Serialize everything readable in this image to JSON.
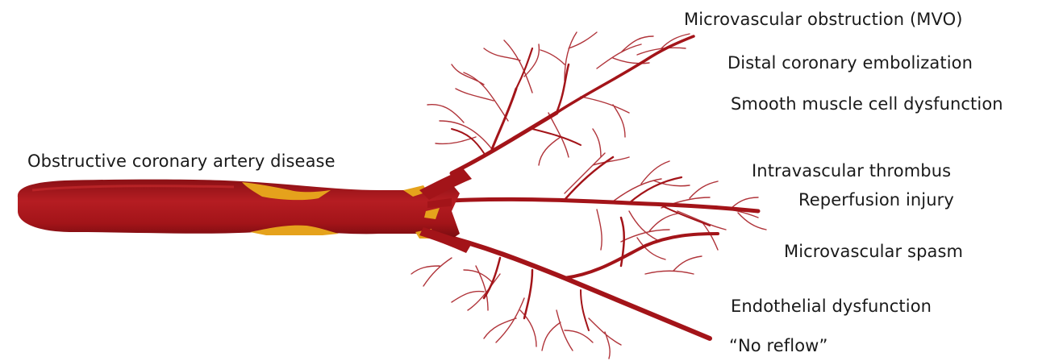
{
  "main_label": "Obstructive coronary artery disease",
  "causes": [
    "Microvascular obstruction (MVO)",
    "Distal coronary embolization",
    "Smooth muscle cell dysfunction",
    "Intravascular thrombus",
    "Reperfusion injury",
    "Microvascular spasm",
    "Endothelial dysfunction",
    "“No reflow”"
  ],
  "colors": {
    "artery": "#a31419",
    "artery_dark": "#7e0c10",
    "artery_highlight": "#c52a2c",
    "plaque": "#e5a21c",
    "capillary": "#b0343a",
    "text": "#1a1a1a"
  }
}
